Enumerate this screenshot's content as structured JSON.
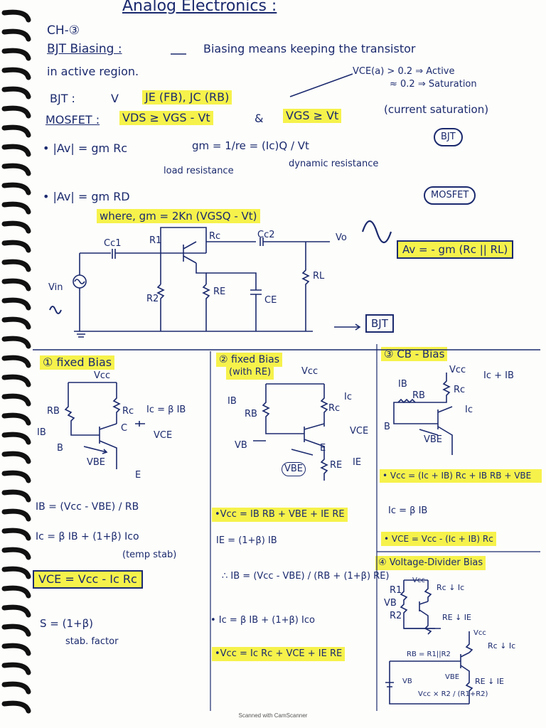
{
  "header": {
    "title": "Analog Electronics :",
    "chapter": "CH-③"
  },
  "intro": {
    "bjt_biasing": "BJT Biasing :",
    "definition_1": "Biasing means keeping the transistor",
    "definition_2": "in active region.",
    "vce_active": "VCE(a) > 0.2 ⇒ Active",
    "vce_sat": "≈ 0.2 ⇒ Saturation",
    "bjt_label": "BJT :",
    "bjt_check": "V",
    "bjt_cond": "JE (FB), JC (RB)",
    "mosfet_label": "MOSFET :",
    "mosfet_cond1": "VDS ≥ VGS - Vt",
    "mosfet_amp": "&",
    "mosfet_cond2": "VGS ≥ Vt",
    "current_sat": "(current saturation)"
  },
  "gain": {
    "bjt_gain": "• |Av| = gm Rc",
    "gm_eq": "gm = 1/re = (Ic)Q / Vt",
    "load_resistance": "load resistance",
    "dynamic_resistance": "dynamic resistance",
    "bjt_tag": "BJT",
    "mosfet_gain": "• |Av| = gm RD",
    "where_gm": "where, gm = 2Kn (VGSQ - Vt)",
    "mosfet_tag": "MOSFET",
    "av_formula": "Av = - gm (Rc || RL)"
  },
  "amp_circuit": {
    "cc1": "Cc1",
    "cc2": "Cc2",
    "r1": "R1",
    "r2": "R2",
    "rc": "Rc",
    "re": "RE",
    "ce": "CE",
    "rl": "RL",
    "vin": "Vin",
    "vo": "Vo",
    "bjt_box": "BJT"
  },
  "fixed_bias": {
    "heading": "① fixed Bias",
    "vcc": "Vcc",
    "rb": "RB",
    "rc": "Rc",
    "ib": "IB",
    "ic_eq": "Ic = β IB",
    "c": "C",
    "b": "B",
    "e": "E",
    "vbe": "VBE",
    "vce": "VCE",
    "ib_eq": "IB = (Vcc - VBE) / RB",
    "ic_full": "Ic = β IB + (1+β) Ico",
    "temp_stab": "(temp stab)",
    "vce_eq": "VCE = Vcc - Ic Rc",
    "s_eq": "S = (1+β)",
    "stab_factor": "stab. factor"
  },
  "fixed_bias_re": {
    "heading": "② fixed Bias",
    "subheading": "(with RE)",
    "vcc": "Vcc",
    "ib": "IB",
    "rb": "RB",
    "rc": "Rc",
    "ic": "Ic",
    "vb": "VB",
    "vbe": "VBE",
    "vce": "VCE",
    "e": "E",
    "re": "RE",
    "ie": "IE",
    "eq1": "•Vcc = IB RB + VBE + IE RE",
    "eq2": "IE = (1+β) IB",
    "eq3": "∴ IB = (Vcc - VBE) / (RB + (1+β) RE)",
    "eq4": "• Ic = β IB + (1+β) Ico",
    "eq5": "•Vcc = Ic Rc + VCE + IE RE"
  },
  "cb_bias": {
    "heading": "③ CB - Bias",
    "vcc": "Vcc",
    "ic_ib": "Ic + IB",
    "ib": "IB",
    "rb": "RB",
    "rc": "Rc",
    "ic": "Ic",
    "b": "B",
    "vbe": "VBE",
    "eq1": "• Vcc = (Ic + IB) Rc + IB RB + VBE",
    "eq2": "Ic = β IB",
    "eq3": "• VCE = Vcc - (Ic + IB) Rc"
  },
  "vdb": {
    "heading": "④ Voltage-Divider Bias",
    "r1": "R1",
    "r2": "R2",
    "vb": "VB",
    "vcc": "Vcc",
    "rc_ic": "Rc ↓ Ic",
    "re_ie": "RE ↓ IE",
    "rb_eq": "RB = R1||R2",
    "vbe": "VBE",
    "vb2": "VB",
    "vth": "Vcc × R2 / (R1+R2)",
    "fc_ic": "Rc ↓ Ic",
    "re2": "RE ↓ IE"
  },
  "footer": {
    "scanned": "Scanned with CamScanner"
  },
  "colors": {
    "ink": "#1b2a6e",
    "highlight": "#f6f24b",
    "paper": "#fdfdfb"
  }
}
